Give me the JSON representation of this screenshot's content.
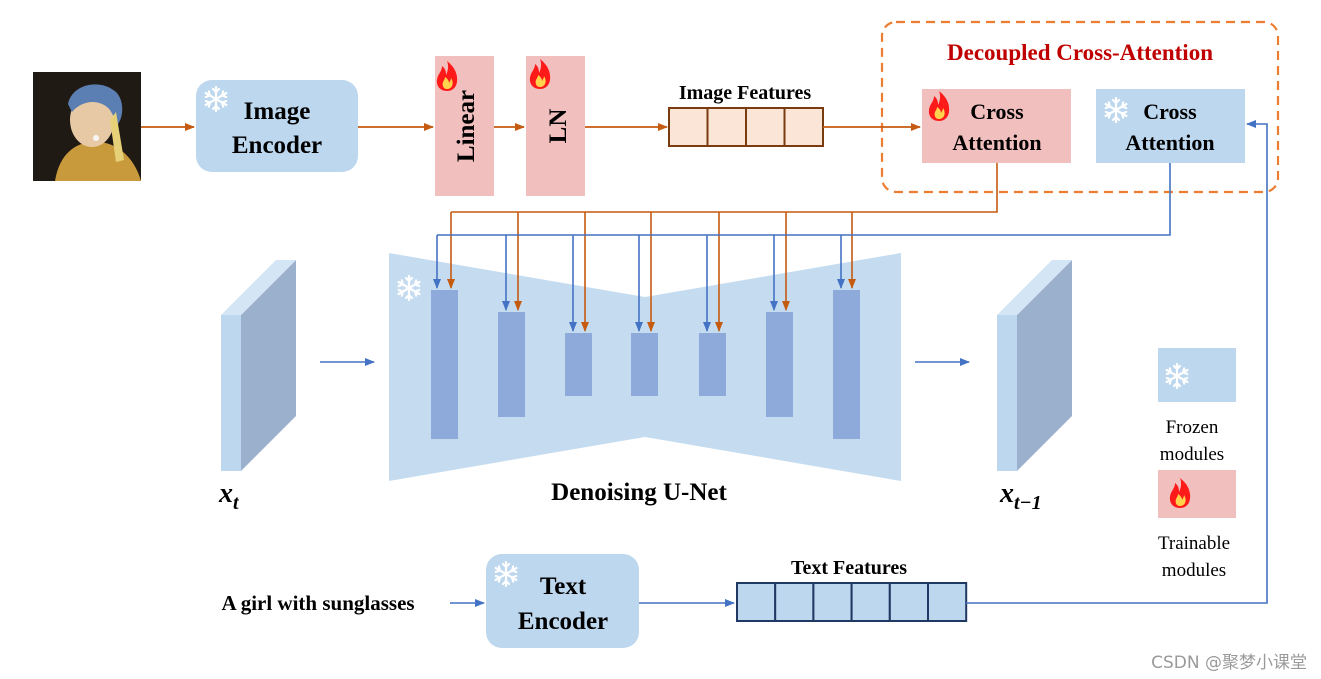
{
  "colors": {
    "frozen": "#bdd7ee",
    "trainable": "#f2bfbf",
    "unet_body": "#c5dcf0",
    "unet_block": "#8eaadb",
    "latent_front": "#bdd7ee",
    "latent_side": "#9bb0cc",
    "arrow_orange": "#c55a11",
    "arrow_blue": "#4472c4",
    "dashed_border": "#ed7d31",
    "title_red": "#c00000",
    "feature_cell": "#bdd7ee",
    "feature_border": "#203864"
  },
  "icons": {
    "frozen": "snowflake-icon",
    "trainable": "flame-icon"
  },
  "image_encoder": {
    "line1": "Image",
    "line2": "Encoder"
  },
  "linear": {
    "label": "Linear"
  },
  "ln": {
    "label": "LN"
  },
  "image_features": {
    "label": "Image Features",
    "cells": 4
  },
  "decoupled": {
    "title": "Decoupled Cross-Attention",
    "trainable_ca": {
      "line1": "Cross",
      "line2": "Attention"
    },
    "frozen_ca": {
      "line1": "Cross",
      "line2": "Attention"
    }
  },
  "unet": {
    "label": "Denoising U-Net"
  },
  "latent_in": {
    "symbol": "x",
    "subscript": "t"
  },
  "latent_out": {
    "symbol": "x",
    "subscript": "t−1"
  },
  "legend": {
    "frozen_line1": "Frozen",
    "frozen_line2": "modules",
    "trainable_line1": "Trainable",
    "trainable_line2": "modules"
  },
  "prompt": {
    "text": "A girl with sunglasses"
  },
  "text_encoder": {
    "line1": "Text",
    "line2": "Encoder"
  },
  "text_features": {
    "label": "Text Features",
    "cells": 6
  },
  "watermark": "CSDN @聚梦小课堂"
}
